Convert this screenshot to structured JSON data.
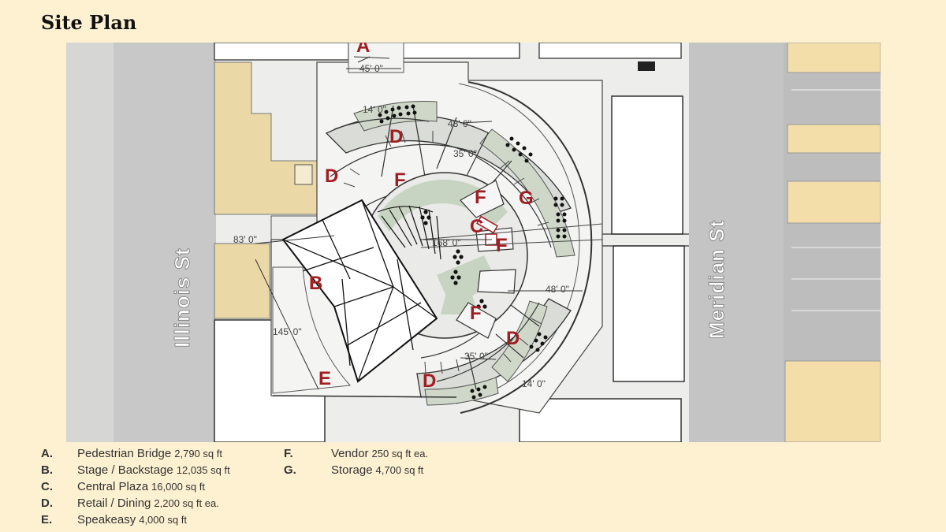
{
  "title": "Site Plan",
  "streets": {
    "west": "Illinois St",
    "east": "Meridian St"
  },
  "zone_labels": {
    "a": "A",
    "b": "B",
    "c": "C",
    "e": "E",
    "g": "G",
    "d1": "D",
    "d2": "D",
    "d3": "D",
    "d4": "D",
    "f1": "F",
    "f2": "F",
    "f3": "F",
    "f4": "F"
  },
  "dimensions": {
    "bridge_width": "45' 0\"",
    "west_offset": "83' 0\"",
    "stage_length": "145' 0\"",
    "plaza_diameter": "168' 0\"",
    "ring_width_top": "48' 0\"",
    "ring_width_bottom": "48' 0\"",
    "inner_width_top": "35' 0\"",
    "inner_width_bottom": "35' 0\"",
    "retail_depth_top": "14' 0\"",
    "retail_depth_bottom": "14' 0\""
  },
  "legend_left": [
    {
      "letter": "A.",
      "name": "Pedestrian Bridge",
      "area": "2,790 sq ft"
    },
    {
      "letter": "B.",
      "name": "Stage / Backstage",
      "area": "12,035 sq ft"
    },
    {
      "letter": "C.",
      "name": "Central Plaza",
      "area": "16,000 sq ft"
    },
    {
      "letter": "D.",
      "name": "Retail / Dining",
      "area": "2,200 sq ft ea."
    },
    {
      "letter": "E.",
      "name": "Speakeasy",
      "area": "4,000 sq ft"
    }
  ],
  "legend_right": [
    {
      "letter": "F.",
      "name": "Vendor",
      "area": "250 sq ft ea."
    },
    {
      "letter": "G.",
      "name": "Storage",
      "area": "4,700 sq ft"
    }
  ],
  "colors": {
    "background": "#fdf1d2",
    "zone_label": "#a01d22",
    "building_tan": "#e9d9b0",
    "road": "#c9c9c9",
    "plaza_green": "#c9d6c2"
  }
}
